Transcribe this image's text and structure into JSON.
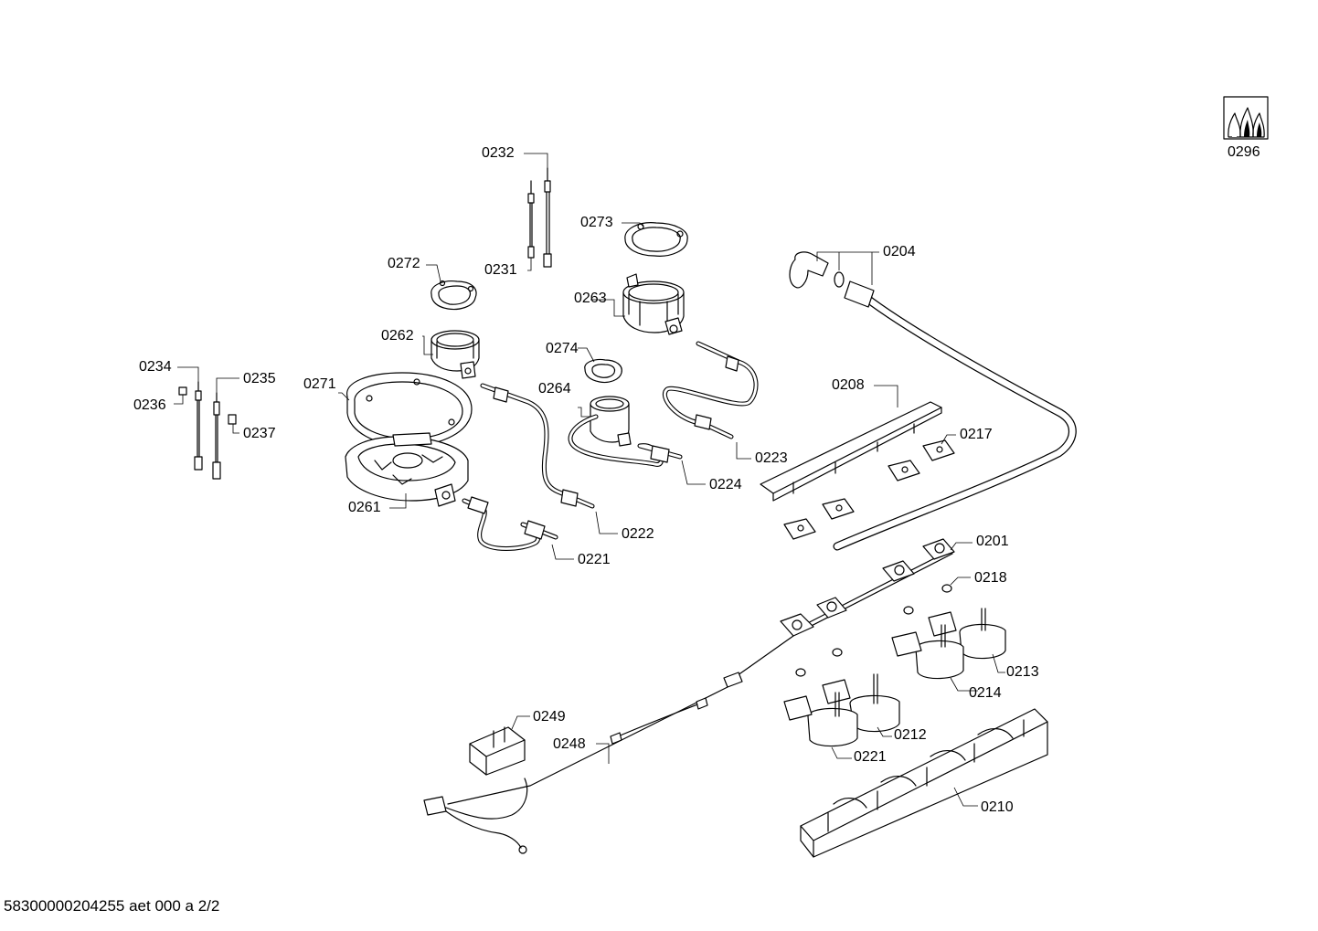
{
  "document_id": "58300000204255 aet 000 a 2/2",
  "symbol": {
    "name": "gas-flames-icon",
    "label": "0296"
  },
  "parts": [
    {
      "id": "p0232",
      "label": "0232"
    },
    {
      "id": "p0231",
      "label": "0231"
    },
    {
      "id": "p0273",
      "label": "0273"
    },
    {
      "id": "p0272",
      "label": "0272"
    },
    {
      "id": "p0263",
      "label": "0263"
    },
    {
      "id": "p0204",
      "label": "0204"
    },
    {
      "id": "p0262",
      "label": "0262"
    },
    {
      "id": "p0274",
      "label": "0274"
    },
    {
      "id": "p0234",
      "label": "0234"
    },
    {
      "id": "p0235",
      "label": "0235"
    },
    {
      "id": "p0271",
      "label": "0271"
    },
    {
      "id": "p0264",
      "label": "0264"
    },
    {
      "id": "p0208",
      "label": "0208"
    },
    {
      "id": "p0236",
      "label": "0236"
    },
    {
      "id": "p0237",
      "label": "0237"
    },
    {
      "id": "p0217",
      "label": "0217"
    },
    {
      "id": "p0223",
      "label": "0223"
    },
    {
      "id": "p0224",
      "label": "0224"
    },
    {
      "id": "p0261",
      "label": "0261"
    },
    {
      "id": "p0222",
      "label": "0222"
    },
    {
      "id": "p0221a",
      "label": "0221"
    },
    {
      "id": "p0201",
      "label": "0201"
    },
    {
      "id": "p0218",
      "label": "0218"
    },
    {
      "id": "p0213",
      "label": "0213"
    },
    {
      "id": "p0214",
      "label": "0214"
    },
    {
      "id": "p0249",
      "label": "0249"
    },
    {
      "id": "p0248",
      "label": "0248"
    },
    {
      "id": "p0212",
      "label": "0212"
    },
    {
      "id": "p0221b",
      "label": "0221"
    },
    {
      "id": "p0210",
      "label": "0210"
    }
  ]
}
